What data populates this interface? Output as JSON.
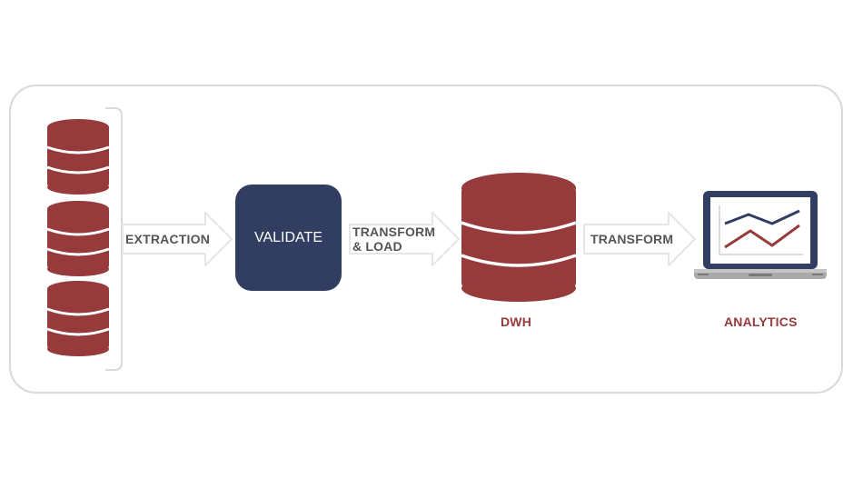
{
  "colors": {
    "database_red": "#963a3c",
    "validate_navy": "#323d62",
    "arrow_grey": "#e6e6e6",
    "arrow_text": "#555555",
    "frame_border": "#d9d9d9"
  },
  "stages": {
    "extraction": "EXTRACTION",
    "validate": "VALIDATE",
    "transform_load_line1": "TRANSFORM",
    "transform_load_line2": "& LOAD",
    "transform": "TRANSFORM",
    "dwh": "DWH",
    "analytics": "ANALYTICS"
  },
  "icons": {
    "sources": [
      "database-icon",
      "database-icon",
      "database-icon"
    ],
    "warehouse": "database-icon",
    "analytics": "laptop-chart-icon"
  }
}
